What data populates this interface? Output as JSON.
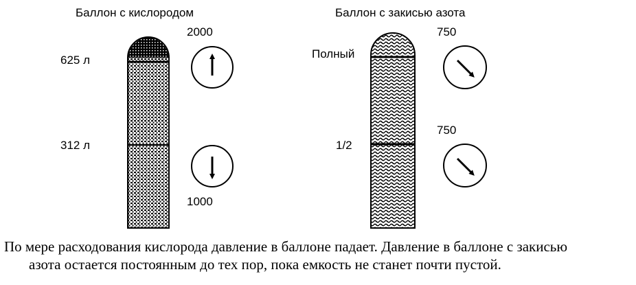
{
  "oxygen": {
    "title": "Баллон с кислородом",
    "level_top": "625 л",
    "level_mid": "312 л",
    "gauge_top": "2000",
    "gauge_bottom": "1000"
  },
  "nitrous": {
    "title": "Баллон с закисью азота",
    "level_top": "Полный",
    "level_mid": "1/2",
    "gauge_top": "750",
    "gauge_bottom": "750"
  },
  "caption": {
    "line1": "По мере расходования кислорода давление в баллоне падает. Давление в баллоне с закисью",
    "line2": "азота остается постоянным до тех пор, пока емкость не станет почти пустой."
  }
}
